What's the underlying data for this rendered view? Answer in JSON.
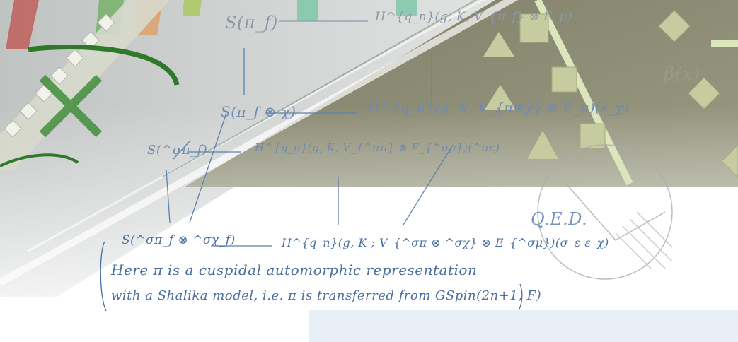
{
  "diagram": {
    "top_left": "S(π_f)",
    "top_right": "H^{q_n}(g, K, V_{π_f} ⊗ E_μ)",
    "mid_left": "S(π_f ⊗ χ)",
    "mid_right": "H^{q_n}(g, K, V_{π⊗χ} ⊗ E_μ)(ε_χ)",
    "lower_left": "S(^σπ_f)",
    "lower_right": "H^{q_n}(g, K, V_{^σπ} ⊗ E_{^σμ})(^σε)",
    "bottom_left": "S(^σπ_f ⊗ ^σχ_f)",
    "bottom_right": "H^{q_n}(g, K ; V_{^σπ ⊗ ^σχ} ⊗ E_{^σμ})(σ_ε ε_χ)",
    "note_line1": "Here π is a cuspidal automorphic representation",
    "note_line2": "with a Shalika model, i.e. π is transferred from GSpin(2n+1, F)",
    "qed": "Q.E.D."
  },
  "decor": {
    "beta_label": "β(x)"
  },
  "colors": {
    "ink": "#4a6fa0",
    "dark_band": "#8a8a73",
    "diamond": "#c6cc9f"
  }
}
